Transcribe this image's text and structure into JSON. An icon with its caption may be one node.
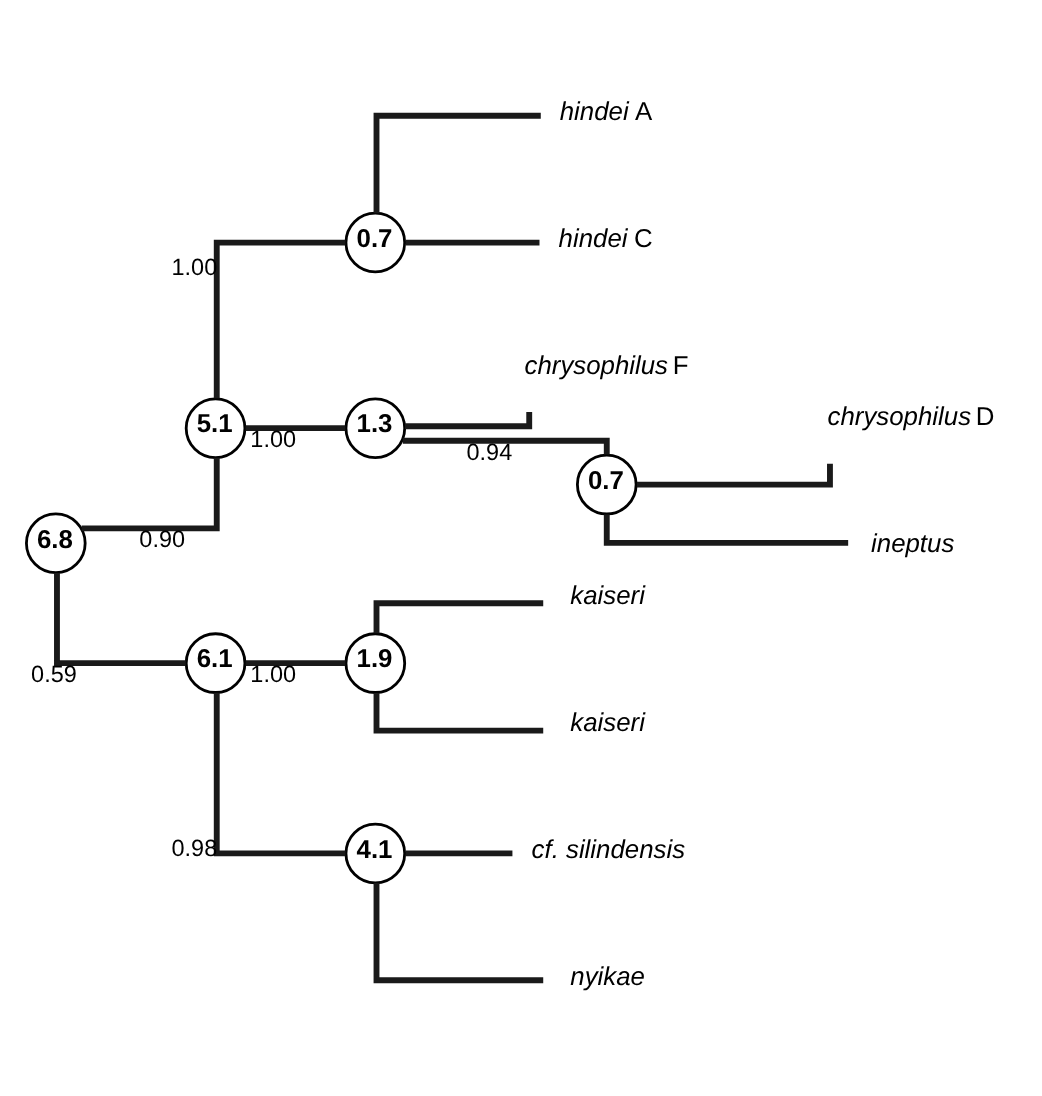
{
  "diagram": {
    "nodes": [
      {
        "text": [
          "6.8"
        ]
      },
      {
        "text": [
          "5.1"
        ]
      },
      {
        "text": [
          "0.7"
        ]
      },
      {
        "text": [
          "*hindei* A"
        ]
      },
      {
        "text": [
          "*hindei* C"
        ]
      },
      {
        "text": [
          "1.3"
        ]
      },
      {
        "text": [
          "*chrysophilus* F"
        ]
      },
      {
        "text": [
          "0.7"
        ]
      },
      {
        "text": [
          "*chrysophilus* D"
        ]
      },
      {
        "text": [
          "*ineptus*"
        ]
      },
      {
        "text": [
          "6.1"
        ]
      },
      {
        "text": [
          "1.9"
        ]
      },
      {
        "text": [
          "*kaiseri*"
        ]
      },
      {
        "text": [
          "*kaiseri*"
        ]
      },
      {
        "text": [
          "4.1"
        ]
      },
      {
        "text": [
          "*cf. silindensis*"
        ]
      },
      {
        "text": [
          "*nyikae*"
        ]
      }
    ],
    "edges": [
      {
        "from": 0,
        "to": 1,
        "arrow": "none",
        "label": "0.90"
      },
      {
        "from": 1,
        "to": 2,
        "arrow": "none",
        "label": "1.00"
      },
      {
        "from": 2,
        "to": 3,
        "arrow": "none"
      },
      {
        "from": 2,
        "to": 4,
        "arrow": "none"
      },
      {
        "from": 1,
        "to": 5,
        "arrow": "none",
        "label": "1.00"
      },
      {
        "from": 5,
        "to": 6,
        "arrow": "none"
      },
      {
        "from": 5,
        "to": 7,
        "arrow": "none",
        "label": "0.94"
      },
      {
        "from": 7,
        "to": 8,
        "arrow": "none"
      },
      {
        "from": 7,
        "to": 9,
        "arrow": "none"
      },
      {
        "from": 0,
        "to": 10,
        "arrow": "none",
        "label": "0.59"
      },
      {
        "from": 10,
        "to": 11,
        "arrow": "none",
        "label": "1.00"
      },
      {
        "from": 11,
        "to": 12,
        "arrow": "none"
      },
      {
        "from": 11,
        "to": 13,
        "arrow": "none"
      },
      {
        "from": 10,
        "to": 14,
        "arrow": "none",
        "label": "0.98"
      },
      {
        "from": 14,
        "to": 15,
        "arrow": "none"
      },
      {
        "from": 14,
        "to": 16,
        "arrow": "none"
      }
    ]
  }
}
